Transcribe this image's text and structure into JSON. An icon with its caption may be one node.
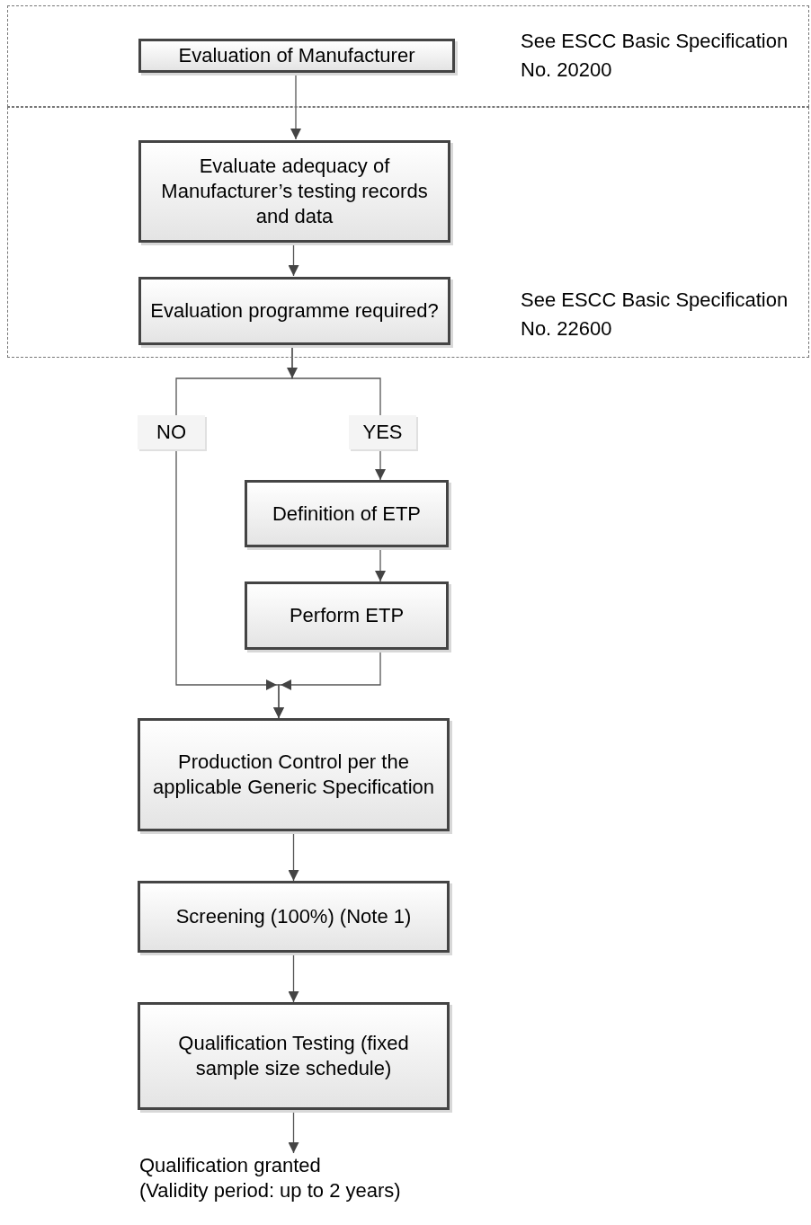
{
  "diagram": {
    "nodes": [
      {
        "text": [],
        "shape": "box"
      },
      {
        "text": [
          "Evaluation of Manufacturer"
        ],
        "in": 0
      },
      {
        "text": [],
        "shape": "box"
      },
      {
        "text": [
          "Evaluate adequacy of Manufacturer’s testing records and data"
        ],
        "in": 2
      },
      {
        "text": [
          "Evaluation programme required?"
        ],
        "in": 2
      },
      {
        "text": [
          "Definition of ETP"
        ]
      },
      {
        "text": [
          "Perform ETP"
        ]
      },
      {
        "text": [
          "Production Control per the applicable Generic Specification"
        ]
      },
      {
        "text": [
          "Screening (100%) (Note 1)"
        ]
      },
      {
        "text": [
          "Qualification Testing (fixed sample size schedule)"
        ]
      },
      {
        "text": [
          "Qualification granted",
          "(Validity period: up to 2 years)"
        ]
      }
    ],
    "edges": [
      {
        "from": 1,
        "to": 3,
        "arrow": "to"
      },
      {
        "from": 3,
        "to": 4,
        "arrow": "to"
      },
      {
        "from": 4,
        "to": 5,
        "arrow": "to",
        "label": "YES"
      },
      {
        "from": 4,
        "to": 7,
        "arrow": "to",
        "label": "NO"
      },
      {
        "from": 5,
        "to": 6,
        "arrow": "to"
      },
      {
        "from": 6,
        "to": 7,
        "arrow": "to"
      },
      {
        "from": 7,
        "to": 8,
        "arrow": "to"
      },
      {
        "from": 8,
        "to": 9,
        "arrow": "to"
      },
      {
        "from": 9,
        "to": 10,
        "arrow": "to"
      }
    ],
    "labels": [
      "See ESCC Basic Specification No. 20200",
      "See ESCC Basic Specification No. 22600"
    ]
  }
}
